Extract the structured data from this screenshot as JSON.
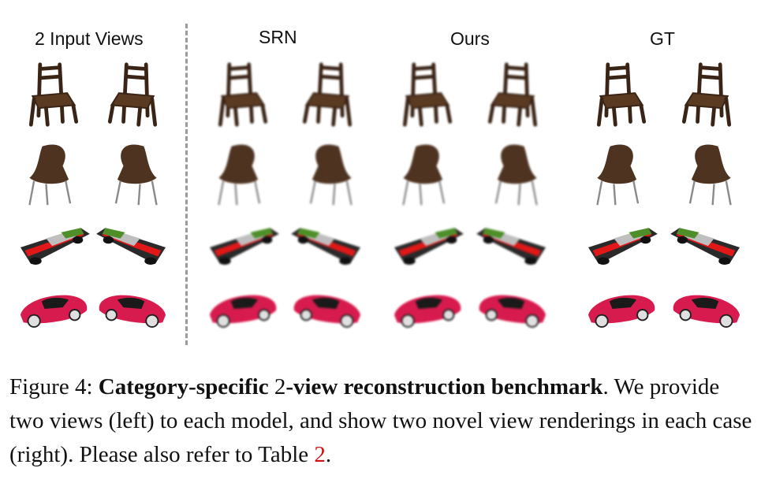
{
  "columns": {
    "input": "2 Input Views",
    "srn": "SRN",
    "ours": "Ours",
    "gt": "GT"
  },
  "rows": [
    "chair-slat",
    "chair-bentwood",
    "car-convertible",
    "car-sports"
  ],
  "colors": {
    "wood_dark": "#3a2416",
    "wood_mid": "#5b3a22",
    "seat_brown": "#4e3321",
    "car_dark": "#2a2a2a",
    "car_stripe": "#e01818",
    "car_green": "#4e8f2a",
    "car_red": "#d81b4e",
    "divider": "#9a9a9a",
    "ref_red": "#d01010"
  },
  "caption": {
    "label": "Figure 4: ",
    "bold": "Category-specific",
    "num": " 2",
    "bold2": "-view reconstruction benchmark",
    "rest1": ".",
    "rest2": "We provide two views (left) to each model, and show two novel view renderings in each case (right). Please also refer to Table ",
    "ref": "2",
    "end": "."
  }
}
